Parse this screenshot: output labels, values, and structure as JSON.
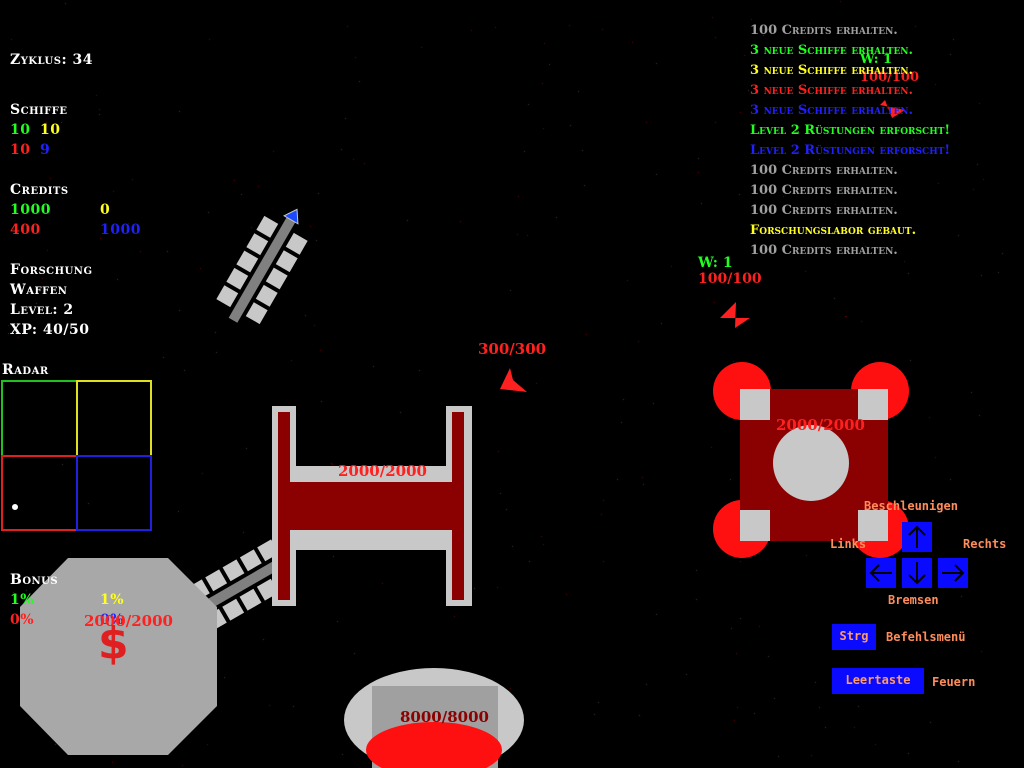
{
  "hud": {
    "zyklus_label": "Zyklus:",
    "zyklus_value": "34",
    "ships_title": "Schiffe",
    "ships": {
      "green": "10",
      "yellow": "10",
      "red": "10",
      "blue": "9"
    },
    "credits_title": "Credits",
    "credits": {
      "green": "1000",
      "yellow": "0",
      "red": "400",
      "blue": "1000"
    },
    "research_title": "Forschung",
    "research_topic": "Waffen",
    "research_level": "Level: 2",
    "research_xp": "XP: 40/50",
    "radar_title": "Radar",
    "bonus_title": "Bonus",
    "bonus": {
      "green": "1%",
      "yellow": "1%",
      "red": "0%",
      "blue": "0%"
    }
  },
  "messages": [
    {
      "text": "100 Credits erhalten.",
      "color": "#a0a0a0"
    },
    {
      "text": "3 neue Schiffe erhalten.",
      "color": "#20ff20"
    },
    {
      "text": "3 neue Schiffe erhalten.",
      "color": "#ffff20"
    },
    {
      "text": "3 neue Schiffe erhalten.",
      "color": "#ff2020"
    },
    {
      "text": "3 neue Schiffe erhalten.",
      "color": "#2020ff"
    },
    {
      "text": "Level 2 Rüstungen erforscht!",
      "color": "#20ff20"
    },
    {
      "text": "Level 2 Rüstungen erforscht!",
      "color": "#2020ff"
    },
    {
      "text": "100 Credits erhalten.",
      "color": "#a0a0a0"
    },
    {
      "text": "100 Credits erhalten.",
      "color": "#a0a0a0"
    },
    {
      "text": "100 Credits erhalten.",
      "color": "#a0a0a0"
    },
    {
      "text": "Forschungslabor gebaut.",
      "color": "#ffff20"
    },
    {
      "text": "100 Credits erhalten.",
      "color": "#a0a0a0"
    }
  ],
  "world": {
    "ship_waves_label": "W: 1",
    "ship_hp": "100/100",
    "enemy_hp": "300/300",
    "factory_hp": "2000/2000",
    "base_hp": "2000/2000",
    "bank_hp": "2000/2000",
    "bank_symbol": "$",
    "dome_hp": "8000/8000",
    "ghost_hp": "100/100",
    "ghost_w": "W: 1"
  },
  "controls": {
    "accelerate": "Beschleunigen",
    "left": "Links",
    "right": "Rechts",
    "brake": "Bremsen",
    "ctrl_key": "Strg",
    "ctrl_action": "Befehlsmenü",
    "space_key": "Leertaste",
    "space_action": "Feuern"
  },
  "colors": {
    "green": "#20ff20",
    "yellow": "#ffff20",
    "red": "#ff2020",
    "blue": "#2020ff",
    "grey": "#c8c8c8",
    "darkred": "#8b0000"
  }
}
